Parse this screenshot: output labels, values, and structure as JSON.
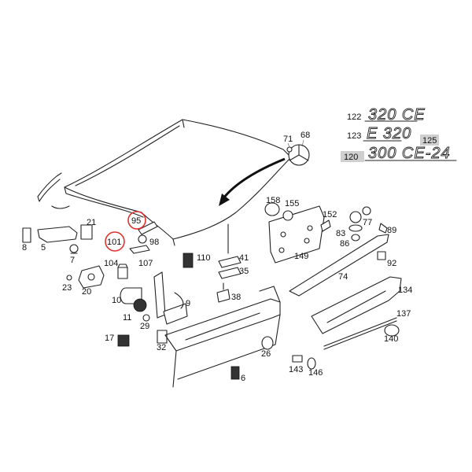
{
  "diagram": {
    "badges": [
      {
        "id": "320ce",
        "ref": "122",
        "text": "320 CE"
      },
      {
        "id": "e320",
        "ref": "123",
        "text": "E 320"
      },
      {
        "id": "300ce24",
        "ref": "120",
        "text": "300 CE-24",
        "extra_ref": "125"
      }
    ],
    "labels": {
      "l8": "8",
      "l5": "5",
      "l7": "7",
      "l21": "21",
      "l95": "95",
      "l98": "98",
      "l101": "101",
      "l107": "107",
      "l104": "104",
      "l23": "23",
      "l20": "20",
      "l10": "10",
      "l11": "11",
      "l29": "29",
      "l9": "9",
      "l17": "17",
      "l32": "32",
      "l110": "110",
      "l41": "41",
      "l35": "35",
      "l38": "38",
      "l71": "71",
      "l68": "68",
      "l158": "158",
      "l155": "155",
      "l149": "149",
      "l152": "152",
      "l83": "83",
      "l77": "77",
      "l86": "86",
      "l89": "89",
      "l92": "92",
      "l74": "74",
      "l134": "134",
      "l137": "137",
      "l140": "140",
      "l26": "26",
      "l143": "143",
      "l146": "146",
      "l6": "6"
    },
    "highlighted": [
      "95",
      "101"
    ],
    "highlight_color": "#e0332e"
  }
}
